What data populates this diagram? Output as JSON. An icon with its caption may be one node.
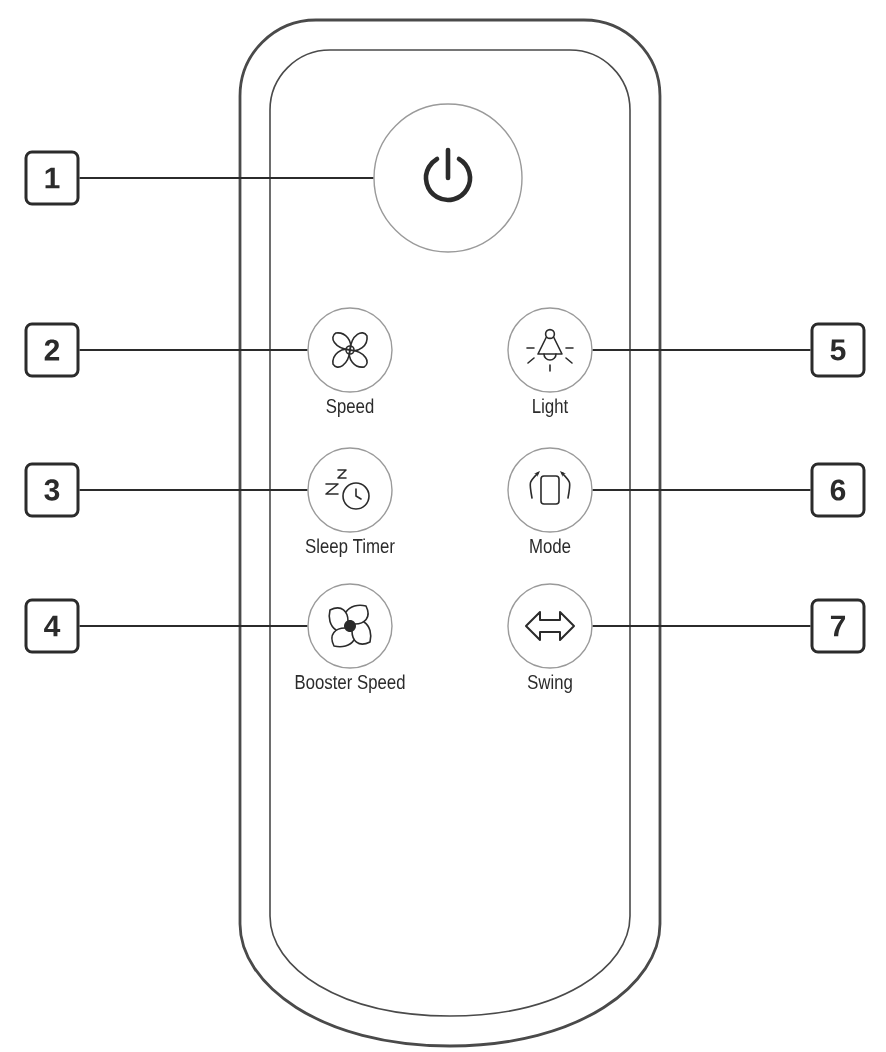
{
  "diagram": {
    "nodes": [
      {
        "text": [
          "1"
        ]
      },
      {
        "text": [],
        "shape": "circle"
      },
      {
        "text": [
          "2"
        ]
      },
      {
        "text": [],
        "shape": "circle",
        "beside": [
          "Speed"
        ]
      },
      {
        "text": [],
        "shape": "circle",
        "beside": [
          "Light"
        ]
      },
      {
        "text": [
          "5"
        ]
      },
      {
        "text": [
          "3"
        ]
      },
      {
        "text": [],
        "shape": "circle",
        "beside": [
          "Sleep Timer"
        ]
      },
      {
        "text": [],
        "shape": "circle",
        "beside": [
          "Mode"
        ]
      },
      {
        "text": [
          "6"
        ]
      },
      {
        "text": [
          "4"
        ]
      },
      {
        "text": [],
        "shape": "circle",
        "beside": [
          "Booster Speed"
        ]
      },
      {
        "text": [],
        "shape": "circle",
        "beside": [
          "Swing"
        ]
      },
      {
        "text": [
          "7"
        ]
      }
    ],
    "edges": [
      {
        "from": 0,
        "to": 1,
        "arrow": "none"
      },
      {
        "from": 2,
        "to": 3,
        "arrow": "none"
      },
      {
        "from": 5,
        "to": 4,
        "arrow": "none"
      },
      {
        "from": 6,
        "to": 7,
        "arrow": "none"
      },
      {
        "from": 9,
        "to": 8,
        "arrow": "none"
      },
      {
        "from": 10,
        "to": 11,
        "arrow": "none"
      },
      {
        "from": 13,
        "to": 12,
        "arrow": "none"
      }
    ]
  }
}
